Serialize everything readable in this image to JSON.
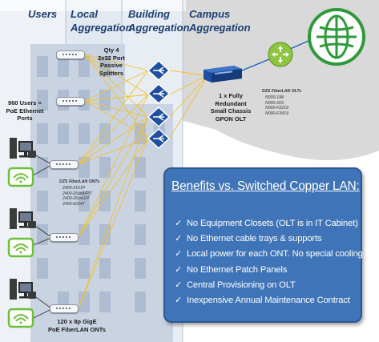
{
  "columns": {
    "users": "Users",
    "local": "Local\nAggregation",
    "building": "Building\nAggregation",
    "campus": "Campus\nAggregation"
  },
  "labels": {
    "users_ports": "960 Users =\nPoE Ethernet\nPorts",
    "splitters": "Qty 4\n2x32 Port\nPassive\nSplitters",
    "olt": "1 x Fully\nRedundant\nSmall Chassis\nGPON OLT",
    "onts_bottom": "120 x 8p GigE\nPoE FiberLAN ONTs"
  },
  "olt_models": {
    "title": "DZS FiberLAN OLTs",
    "items": [
      "N000-198",
      "N000-203",
      "N000-F2219",
      "N000-F3419"
    ]
  },
  "ont_models": {
    "title": "DZS FiberLAN ONTs",
    "items": [
      "2400-2101P",
      "2400-26xxA/P/T",
      "2400-26xxG/P",
      "2400-6024T"
    ]
  },
  "benefits": {
    "title": "Benefits vs. Switched Copper LAN:",
    "check": "✓",
    "items": [
      "No Equipment Closets  (OLT is in IT Cabinet)",
      "No Ethernet cable trays & supports",
      "Local power for each ONT.  No special cooling",
      "No Ethernet Patch Panels",
      "Central Provisioning on OLT",
      "Inexpensive Annual Maintenance Contract"
    ]
  },
  "icons": {
    "internet": "globe-icon",
    "router": "router-icon",
    "computer": "desktop-computer-icon",
    "phone": "desk-phone-icon",
    "wifi": "wifi-access-point-icon",
    "splitter": "splitter-icon"
  },
  "colors": {
    "building": "#c9d3e2",
    "window": "#9fb0c8",
    "column_header": "#1b3d73",
    "benefits_box": "#3f74b8",
    "campus_bg": "#d9d9d9",
    "router": "#8cc63f",
    "globe": "#2e9a3a",
    "fiber": "#f2c230",
    "wifi_device": "#6cbf3a"
  }
}
